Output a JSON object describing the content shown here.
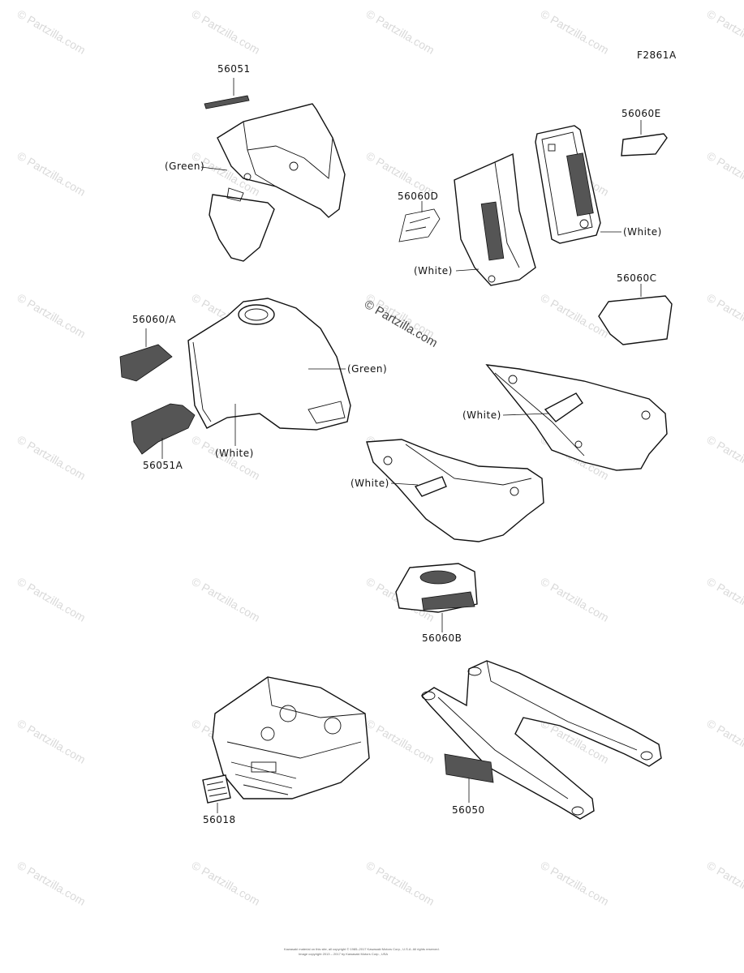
{
  "figure_code": "F2861A",
  "watermark": "© Partzilla.com",
  "center_watermark": "© Partzilla.com",
  "footer_line1": "Kawasaki material on this site, all copyright © 1985–2017 Kawasaki Motors Corp., U.S.A. All rights reserved.",
  "footer_line2": "Image copyright 2013 – 2017 by Kawasaki Motors Corp., USA",
  "labels": {
    "p56051": "56051",
    "p56060E": "56060E",
    "p56060D": "56060D",
    "p56060C": "56060C",
    "p56060A": "56060/A",
    "p56051A": "56051A",
    "p56060B": "56060B",
    "p56018": "56018",
    "p56050": "56050"
  },
  "colors": {
    "green_fairing": "(Green)",
    "white_shroud": "(White)",
    "white_panel": "(White)",
    "green_tank": "(Green)",
    "white_tank": "(White)",
    "white_side_r": "(White)",
    "white_side_l": "(White)"
  }
}
